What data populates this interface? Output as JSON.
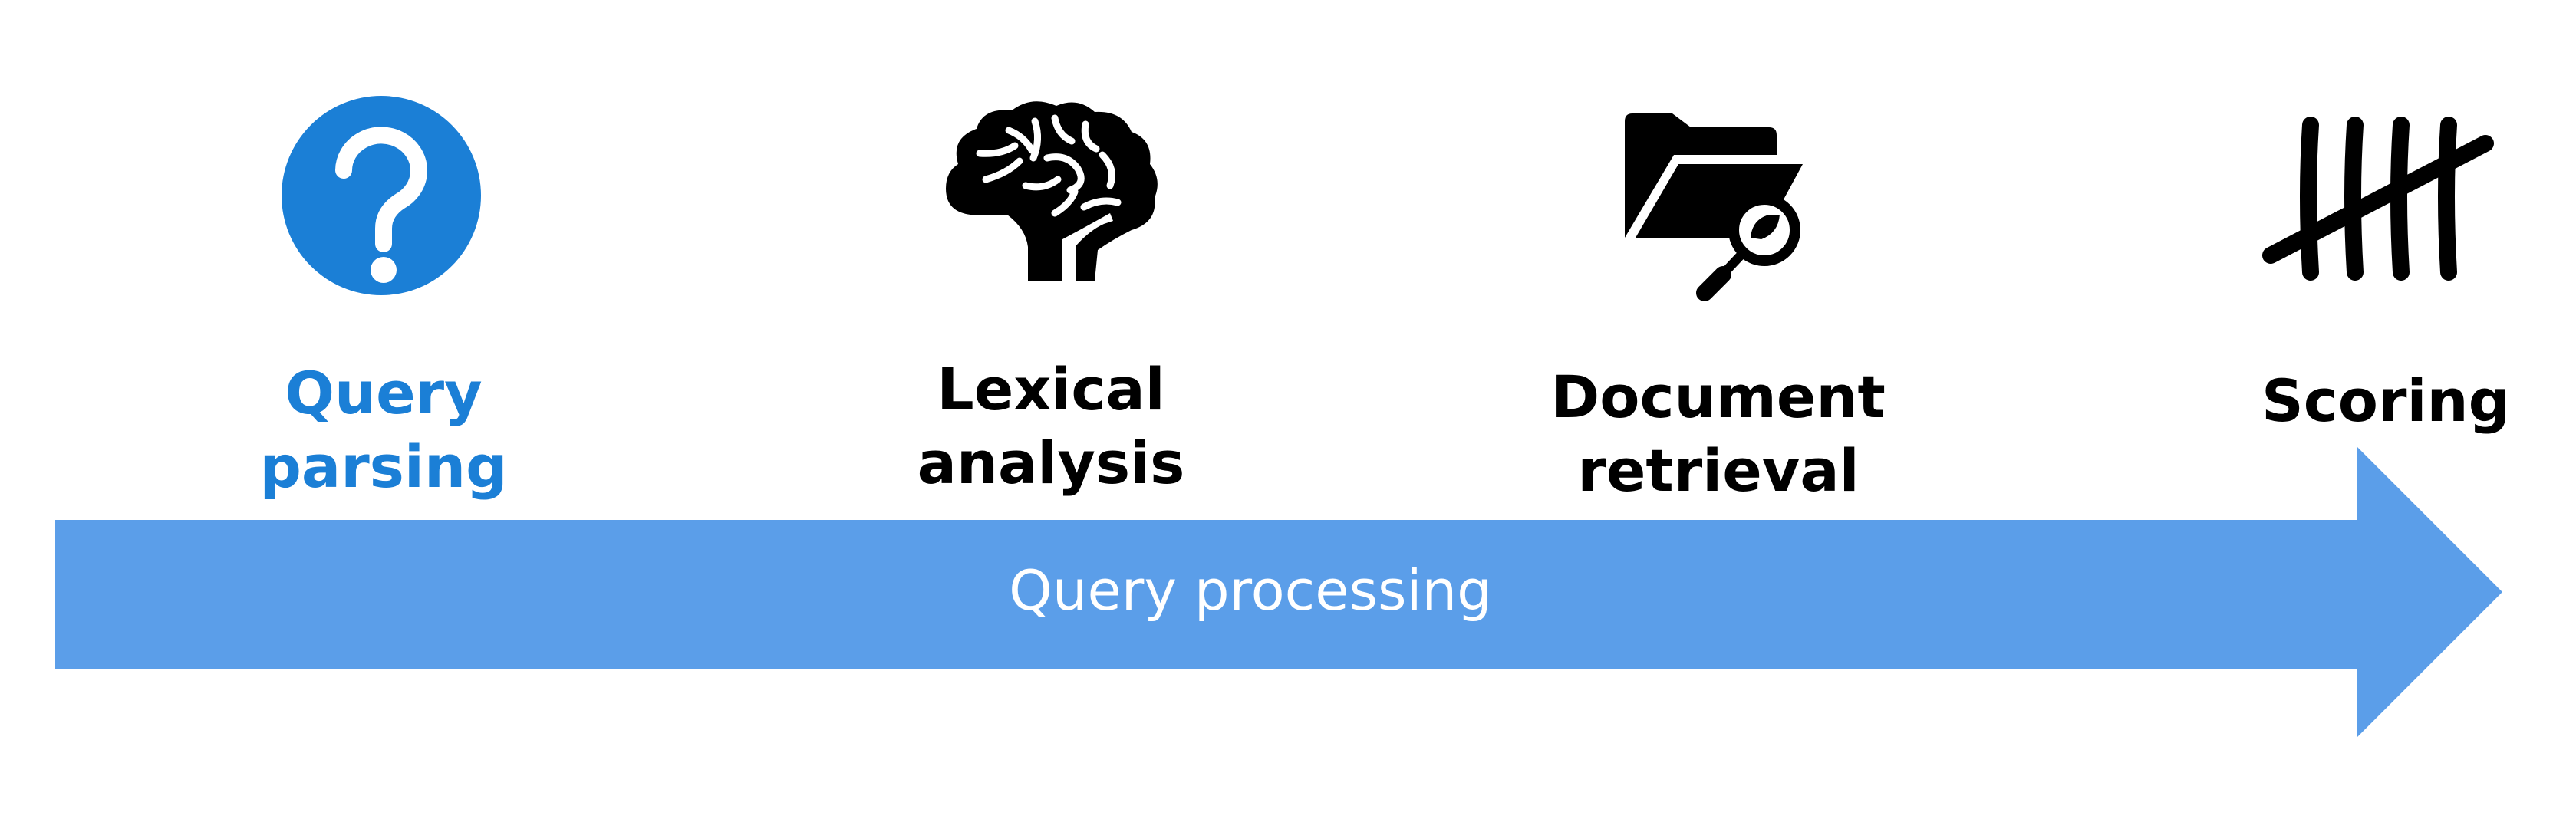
{
  "steps": [
    {
      "label": "Query\nparsing",
      "icon": "question-mark-icon",
      "active": true
    },
    {
      "label": "Lexical\nanalysis",
      "icon": "brain-icon",
      "active": false
    },
    {
      "label": "Document\nretrieval",
      "icon": "folder-search-icon",
      "active": false
    },
    {
      "label": "Scoring",
      "icon": "tally-marks-icon",
      "active": false
    }
  ],
  "arrow": {
    "label": "Query processing"
  },
  "colors": {
    "active_text": "#1b7fd6",
    "icon_circle": "#1b7fd6",
    "arrow_fill": "#5b9ee9",
    "text": "#000000",
    "arrow_text": "#ffffff"
  }
}
